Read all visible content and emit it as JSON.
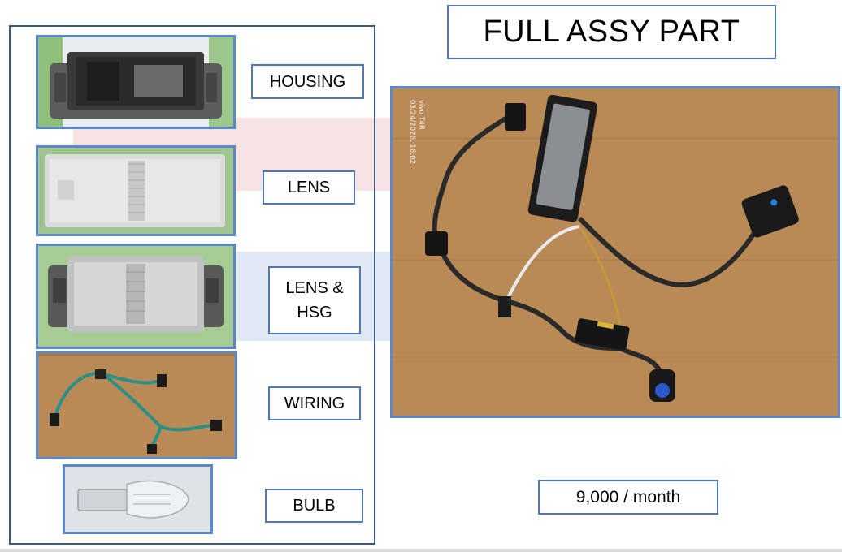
{
  "title": "FULL ASSY PART",
  "parts": [
    {
      "label": "HOUSING"
    },
    {
      "label": "LENS"
    },
    {
      "label": "LENS &\nHSG"
    },
    {
      "label": "WIRING"
    },
    {
      "label": "BULB"
    }
  ],
  "photo_stamp": {
    "brand": "vivo T4R",
    "datetime": "03/24/2026, 16:02"
  },
  "quantity": "9,000 / month",
  "colors": {
    "border_blue": "#5b88c8",
    "panel_border": "#3f5a7f",
    "wood": "#b98a55"
  }
}
